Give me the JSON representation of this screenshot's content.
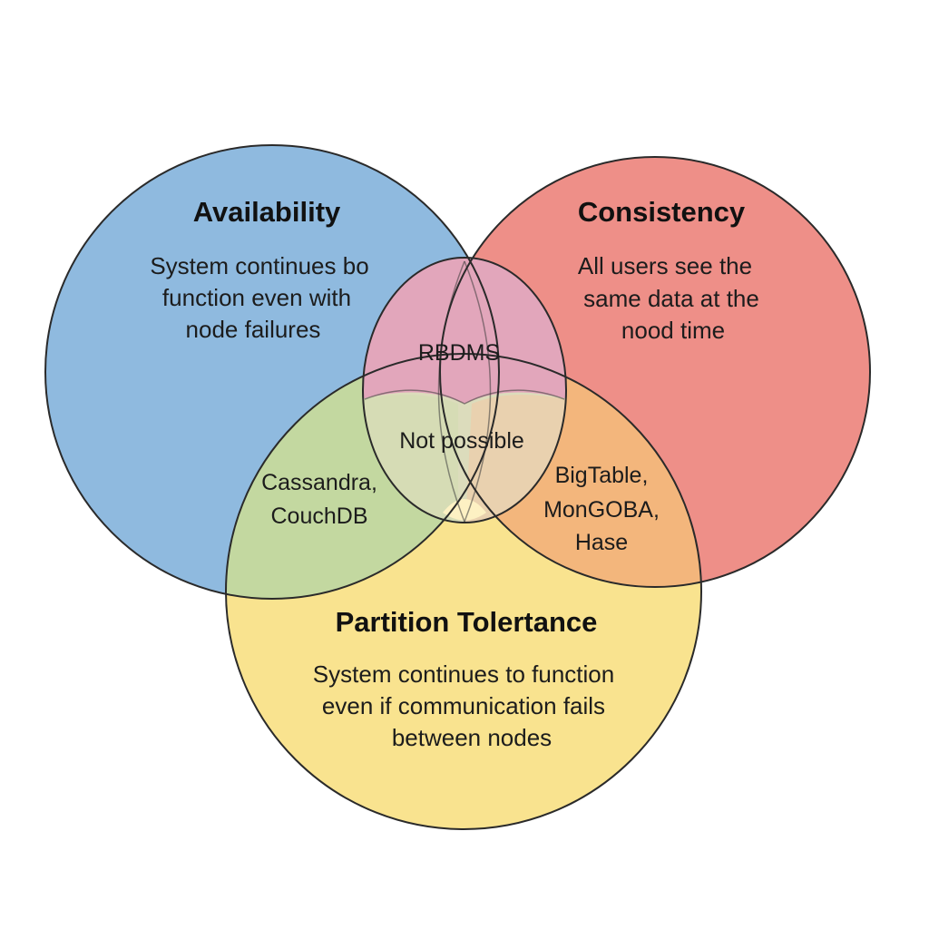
{
  "colors": {
    "availability": "#8fbadf",
    "consistency": "#ee8f88",
    "partition_tolerance": "#f9e38f",
    "ap_overlap": "#c3d8a0",
    "cp_overlap": "#f3b67c",
    "ca_overlap": "#e2a6bb",
    "center": "#dcdcbc",
    "outline": "#2a2a2a"
  },
  "sets": {
    "availability": {
      "title": "Availability",
      "description": [
        "System continues bo",
        "function even with",
        "node failures"
      ]
    },
    "consistency": {
      "title": "Consistency",
      "description": [
        "All users see the",
        "same data at the",
        "nood time"
      ]
    },
    "partition_tolerance": {
      "title": "Partition Tolertance",
      "description": [
        "System continues to function",
        "even if communication fails",
        "between nodes"
      ]
    }
  },
  "intersections": {
    "consistency_availability": {
      "label": "RBDMS"
    },
    "all_three": {
      "label": "Not possible"
    },
    "availability_partition": {
      "label": [
        "Cassandra,",
        "CouchDB"
      ]
    },
    "consistency_partition": {
      "label": [
        "BigTable,",
        "MonGOBA,",
        "Hase"
      ]
    }
  }
}
